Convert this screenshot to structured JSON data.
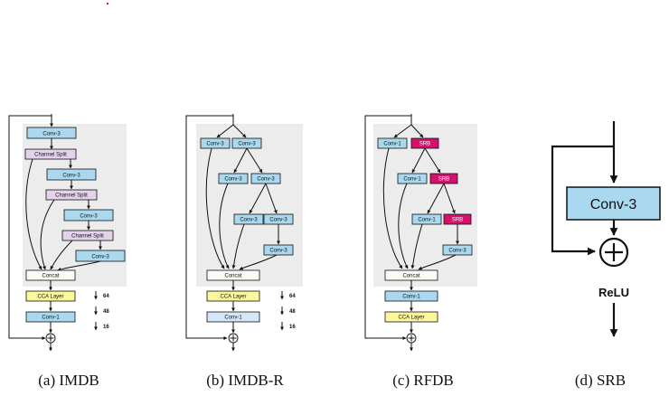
{
  "colors": {
    "conv": "#a9d8ef",
    "conv_light": "#d4e6f7",
    "split": "#e3d3ea",
    "concat": "#fbfaf4",
    "cca": "#fbf79a",
    "srb": "#d4126e",
    "panel": "#ececec",
    "stroke": "#111111"
  },
  "imdb": {
    "conv3": "Conv-3",
    "channel_split": "Channel Split",
    "concat": "Concat",
    "cca": "CCA Layer",
    "conv1": "Conv-1",
    "dims": [
      "64",
      "48",
      "16"
    ],
    "caption": "(a) IMDB"
  },
  "imdbr": {
    "conv3": "Conv-3",
    "concat": "Concat",
    "cca": "CCA Layer",
    "conv1": "Conv-1",
    "dims": [
      "64",
      "48",
      "16"
    ],
    "caption": "(b) IMDB-R"
  },
  "rfdb": {
    "conv1": "Conv-1",
    "srb": "SRB",
    "conv3": "Conv-3",
    "concat": "Concat",
    "cca": "CCA Layer",
    "caption": "(c) RFDB"
  },
  "srb": {
    "conv3": "Conv-3",
    "relu": "ReLU",
    "plus": "+",
    "caption": "(d) SRB"
  }
}
